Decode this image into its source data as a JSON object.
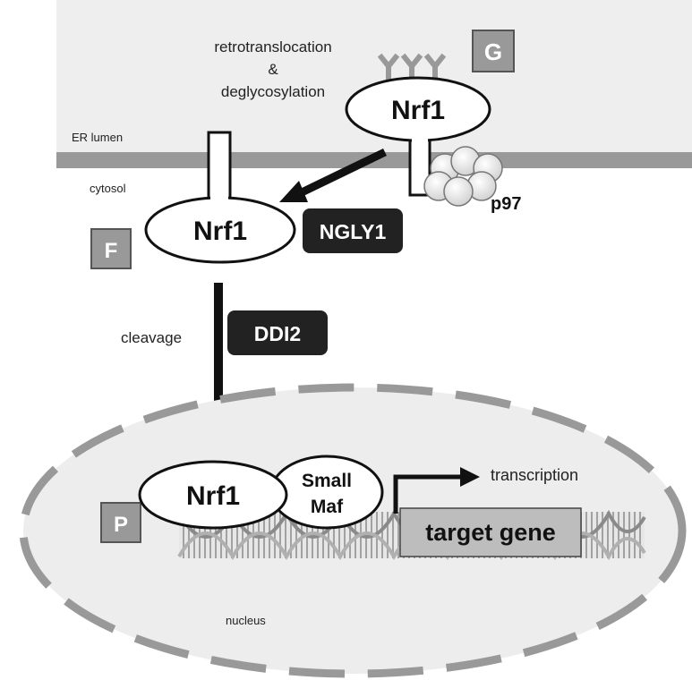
{
  "labels": {
    "process": [
      "retrotranslocation",
      "&",
      "deglycosylation"
    ],
    "er_lumen": "ER lumen",
    "cytosol": "cytosol",
    "nucleus": "nucleus",
    "cleavage": "cleavage",
    "transcription": "transcription",
    "p97": "p97"
  },
  "proteins": {
    "nrf1_er": "Nrf1",
    "nrf1_cytosol": "Nrf1",
    "nrf1_nucleus": "Nrf1",
    "small_maf": [
      "Small",
      "Maf"
    ],
    "ngly1": "NGLY1",
    "ddi2": "DDI2",
    "target_gene": "target gene"
  },
  "badges": {
    "g": "G",
    "f": "F",
    "p": "P"
  },
  "colors": {
    "lumen_fill": "#eeeeee",
    "membrane": "#999999",
    "nucleus_fill": "#ededed",
    "nuclear_envelope": "#999999",
    "badge_fill": "#999999",
    "enzyme_fill": "#222222",
    "gene_box": "#bdbdbd"
  }
}
